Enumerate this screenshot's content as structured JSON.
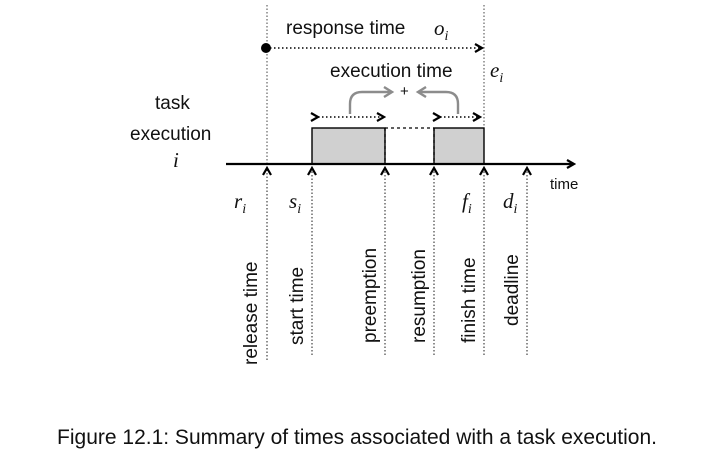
{
  "diagram": {
    "task_label": [
      "task",
      "execution"
    ],
    "task_index": "i",
    "axis_label": "time",
    "response_time_label": "response time",
    "response_time_symbol": {
      "base": "o",
      "sub": "i"
    },
    "execution_time_label": "execution time",
    "execution_time_symbol": {
      "base": "e",
      "sub": "i"
    },
    "plus_sign": "+",
    "time_symbols": [
      {
        "base": "r",
        "sub": "i"
      },
      {
        "base": "s",
        "sub": "i"
      },
      {
        "base": "f",
        "sub": "i"
      },
      {
        "base": "d",
        "sub": "i"
      }
    ],
    "event_labels": [
      "release time",
      "start time",
      "preemption",
      "resumption",
      "finish time",
      "deadline"
    ]
  },
  "caption": "Figure 12.1: Summary of times associated with a task execution.",
  "colors": {
    "bar_fill": "#d0d0d0",
    "arc_gray": "#8c8c8c",
    "line": "#000000"
  }
}
